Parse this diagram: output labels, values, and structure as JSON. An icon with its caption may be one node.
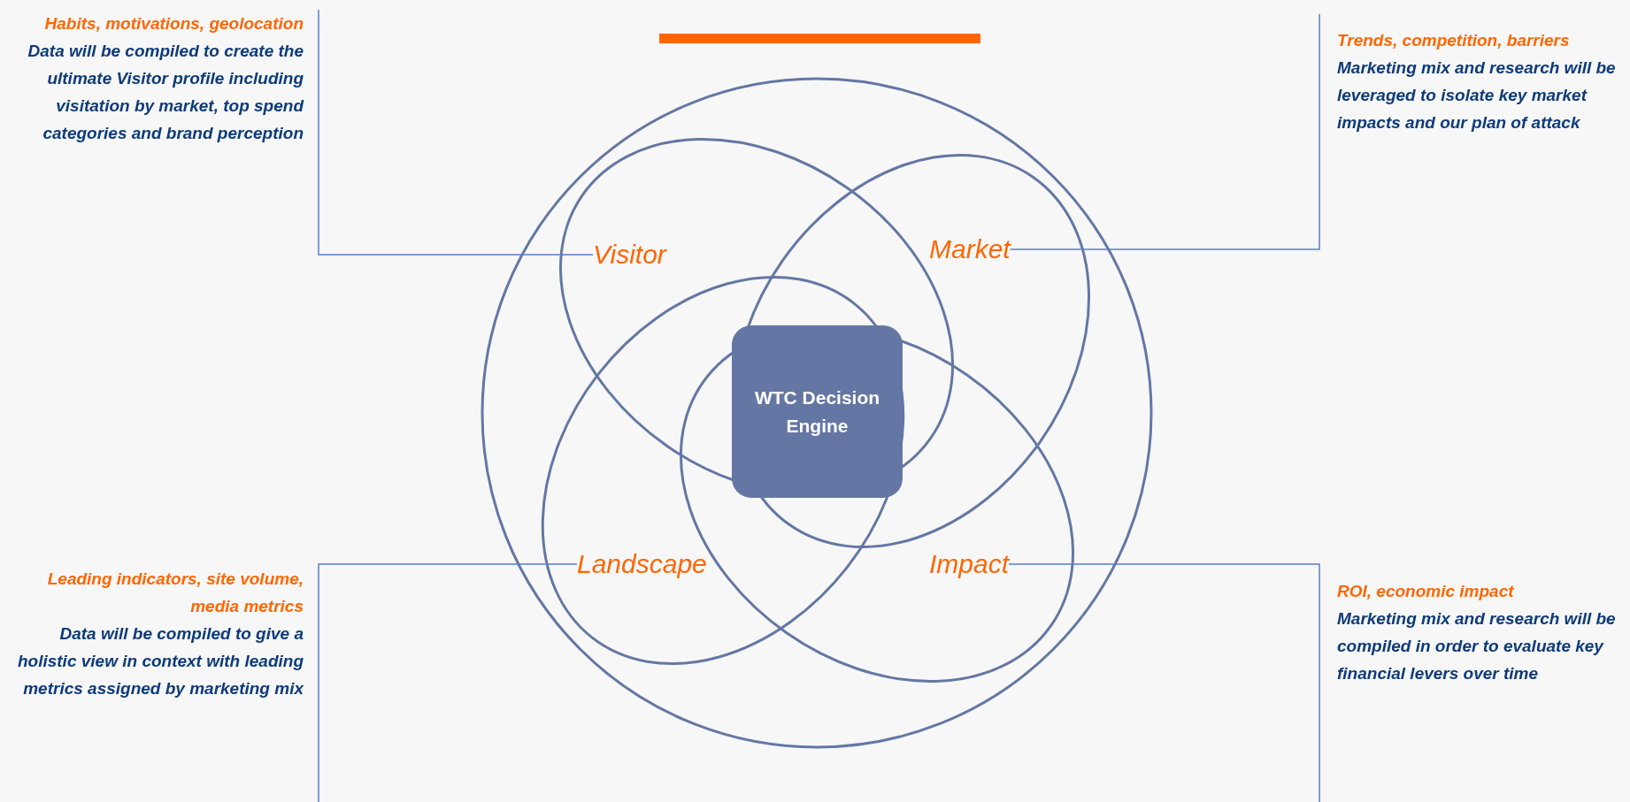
{
  "diagram": {
    "nodes": [
      {
        "text": [
          "Habits, motivations, geolocation",
          "Data will be compiled to create the ultimate Visitor profile including visitation by market, top spend categories and brand perception"
        ]
      },
      {
        "text": [
          "Trends, competition, barriers",
          "Marketing mix and research will be leveraged to isolate key market impacts and our plan of attack"
        ]
      },
      {
        "text": [
          "Visitor"
        ]
      },
      {
        "text": [
          "Market"
        ]
      },
      {
        "text": [
          "WTC Decision Engine"
        ]
      },
      {
        "text": [
          "Landscape"
        ]
      },
      {
        "text": [
          "Impact"
        ]
      },
      {
        "text": [
          "Leading indicators, site volume, media metrics",
          "Data will be compiled to give a holistic view in context with leading metrics assigned by marketing mix"
        ]
      },
      {
        "text": [
          "ROI, economic impact",
          "Marketing mix and research will be compiled in order to evaluate key financial levers over time"
        ]
      }
    ],
    "edges": [
      {
        "from": 0,
        "to": 2,
        "arrow": "none"
      },
      {
        "from": 1,
        "to": 3,
        "arrow": "none"
      },
      {
        "from": 7,
        "to": 5,
        "arrow": "none"
      },
      {
        "from": 8,
        "to": 6,
        "arrow": "none"
      }
    ]
  }
}
